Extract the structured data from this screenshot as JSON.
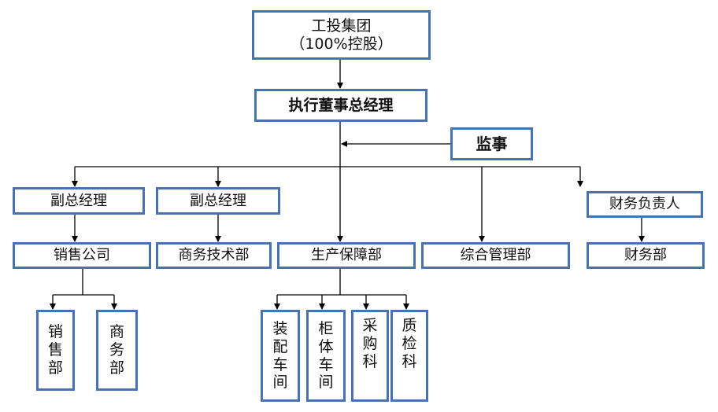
{
  "colors": {
    "box_border": "#4a72b0",
    "line": "#000000",
    "background": "#ffffff"
  },
  "org": {
    "root_line1": "工投集团",
    "root_line2": "（100%控股）",
    "executive_director": "执行董事总经理",
    "supervisor": "监事",
    "vice_gm_1": "副总经理",
    "vice_gm_2": "副总经理",
    "finance_head": "财务负责人",
    "sales_company": "销售公司",
    "business_tech": "商务技术部",
    "production": "生产保障部",
    "general_mgmt": "综合管理部",
    "finance_dept": "财务部",
    "sales_dept": [
      "销",
      "售",
      "部"
    ],
    "commerce_dept": [
      "商",
      "务",
      "部"
    ],
    "assembly": [
      "装",
      "配",
      "车",
      "间"
    ],
    "cabinet": [
      "柜",
      "体",
      "车",
      "间"
    ],
    "purchase": [
      "采",
      "购",
      "科"
    ],
    "quality": [
      "质",
      "检",
      "科"
    ]
  }
}
